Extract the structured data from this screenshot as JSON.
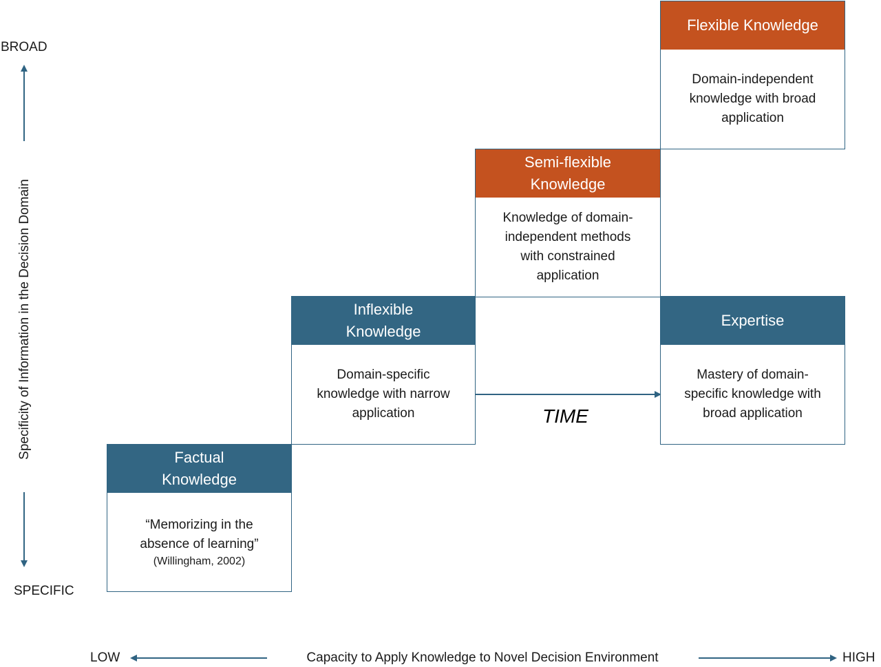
{
  "y_axis": {
    "top_label": "BROAD",
    "bottom_label": "SPECIFIC",
    "title": "Specificity of Information in the Decision Domain"
  },
  "x_axis": {
    "left_label": "LOW",
    "right_label": "HIGH",
    "title": "Capacity to Apply Knowledge to Novel Decision Environment"
  },
  "time_label": "TIME",
  "colors": {
    "header_blue": "#336683",
    "header_orange": "#c4521f",
    "arrow": "#2f6382"
  },
  "boxes": {
    "factual": {
      "title_line1": "Factual",
      "title_line2": "Knowledge",
      "body_line1": "“Memorizing in the",
      "body_line2": "absence of learning”",
      "citation": "(Willingham, 2002)"
    },
    "inflexible": {
      "title_line1": "Inflexible",
      "title_line2": "Knowledge",
      "body_line1": "Domain-specific",
      "body_line2": "knowledge with narrow",
      "body_line3": "application"
    },
    "semiflexible": {
      "title_line1": "Semi-flexible",
      "title_line2": "Knowledge",
      "body_line1": "Knowledge of domain-",
      "body_line2": "independent methods",
      "body_line3": "with constrained",
      "body_line4": "application"
    },
    "flexible": {
      "title": "Flexible Knowledge",
      "body_line1": "Domain-independent",
      "body_line2": "knowledge with broad",
      "body_line3": "application"
    },
    "expertise": {
      "title": "Expertise",
      "body_line1": "Mastery of domain-",
      "body_line2": "specific knowledge with",
      "body_line3": "broad application"
    }
  }
}
